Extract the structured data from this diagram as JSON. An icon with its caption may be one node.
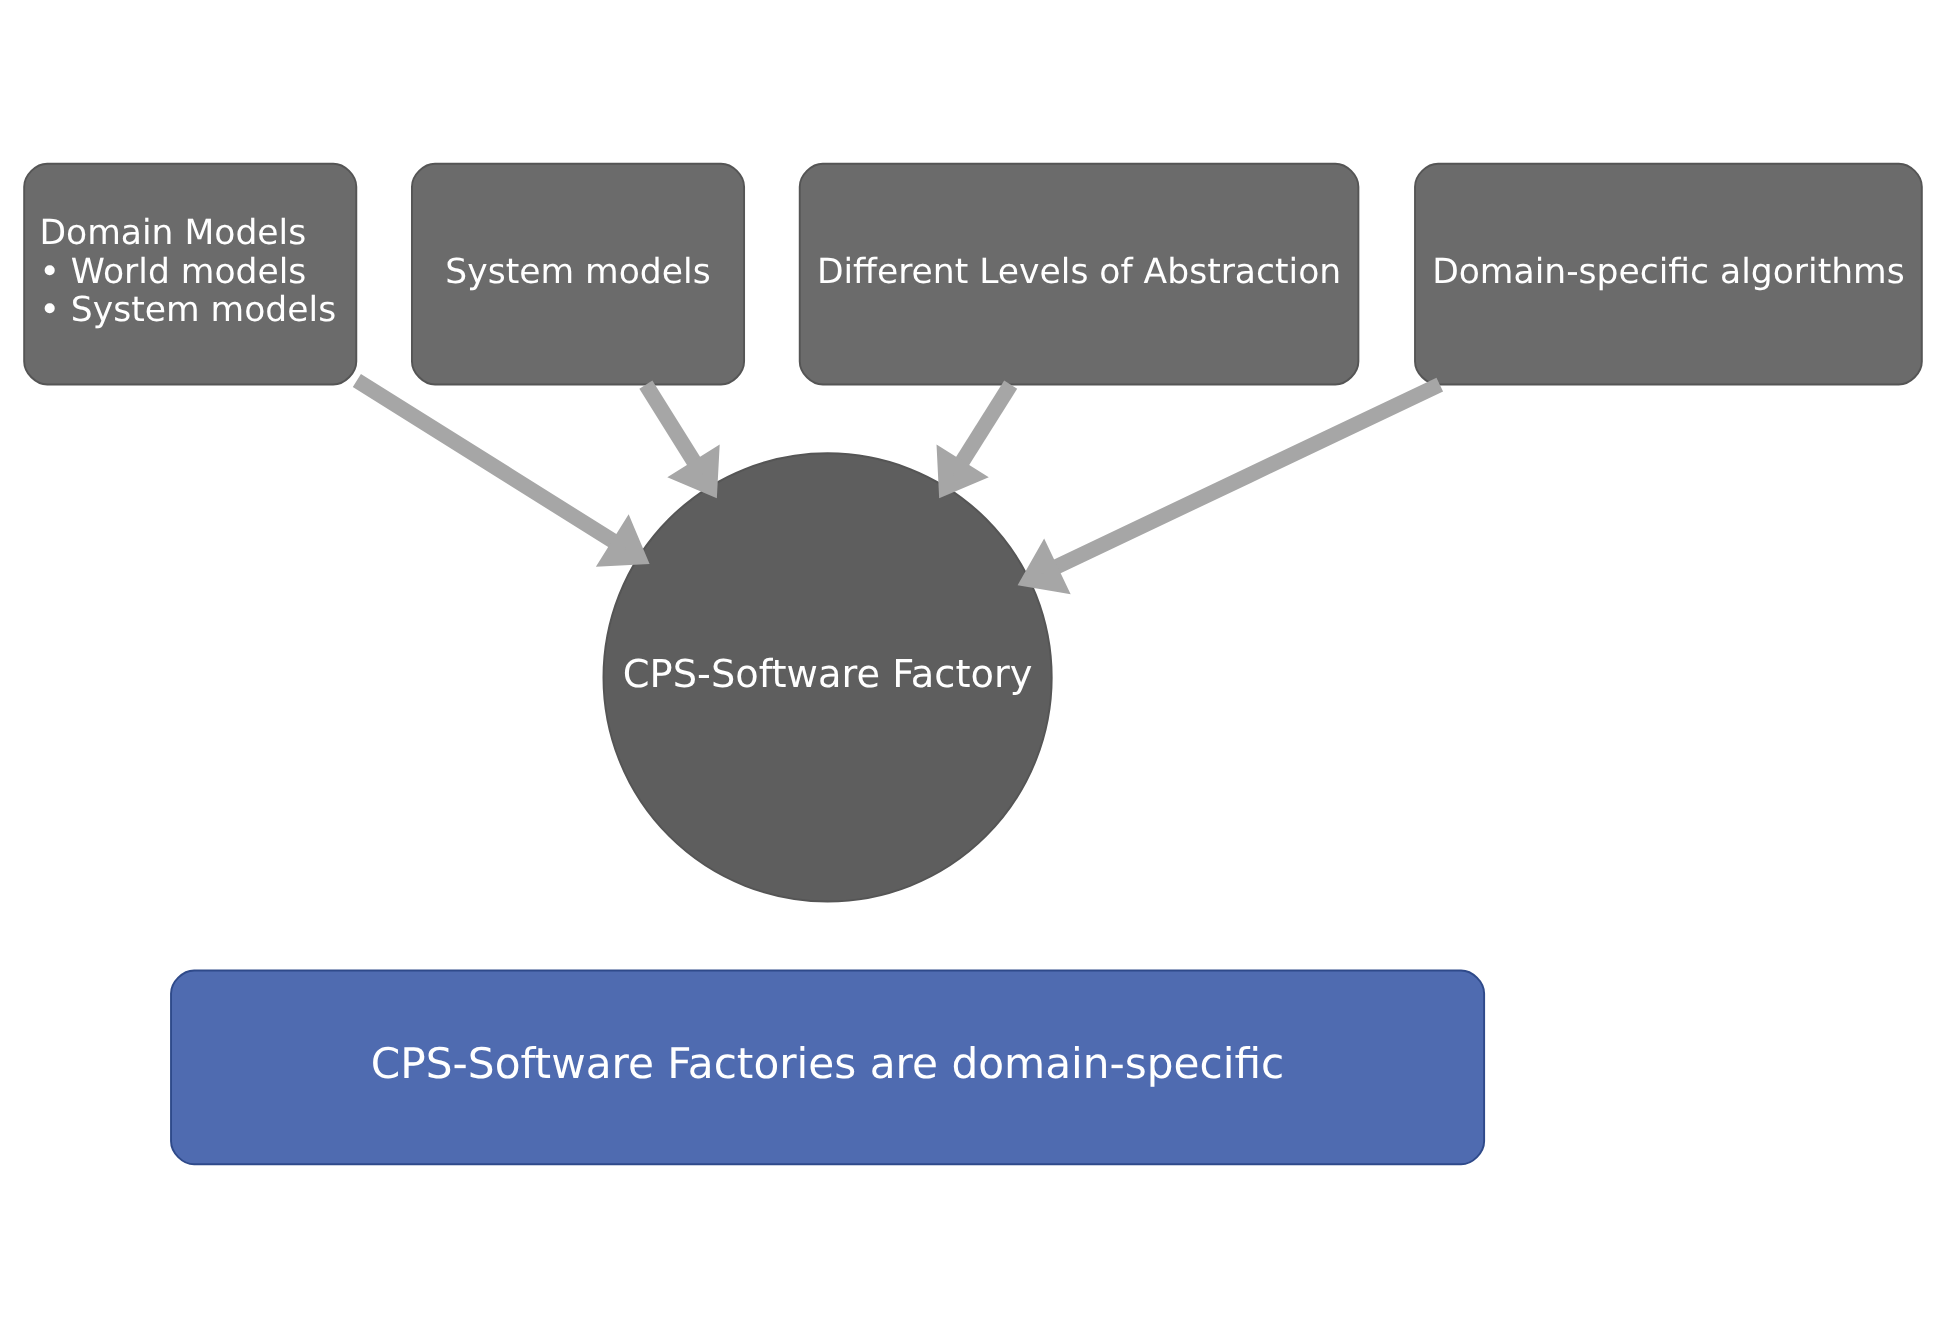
{
  "diagram": {
    "nodes": [
      {
        "text": [
          "System models"
        ]
      },
      {
        "text": [
          "Different Levels of Abstraction"
        ]
      },
      {
        "text": [
          "Domain Models",
          "• World models",
          "• System models"
        ]
      },
      {
        "text": [
          "Domain-specific algorithms"
        ]
      },
      {
        "text": [
          "CPS-Software Factory"
        ]
      },
      {
        "text": [
          "CPS-Software Factories are domain-specific"
        ]
      }
    ],
    "edges": [
      {
        "from": 0,
        "to": 4,
        "arrow": "to"
      },
      {
        "from": 1,
        "to": 4,
        "arrow": "to"
      },
      {
        "from": 2,
        "to": 4,
        "arrow": "to"
      },
      {
        "from": 3,
        "to": 4,
        "arrow": "to"
      }
    ]
  }
}
